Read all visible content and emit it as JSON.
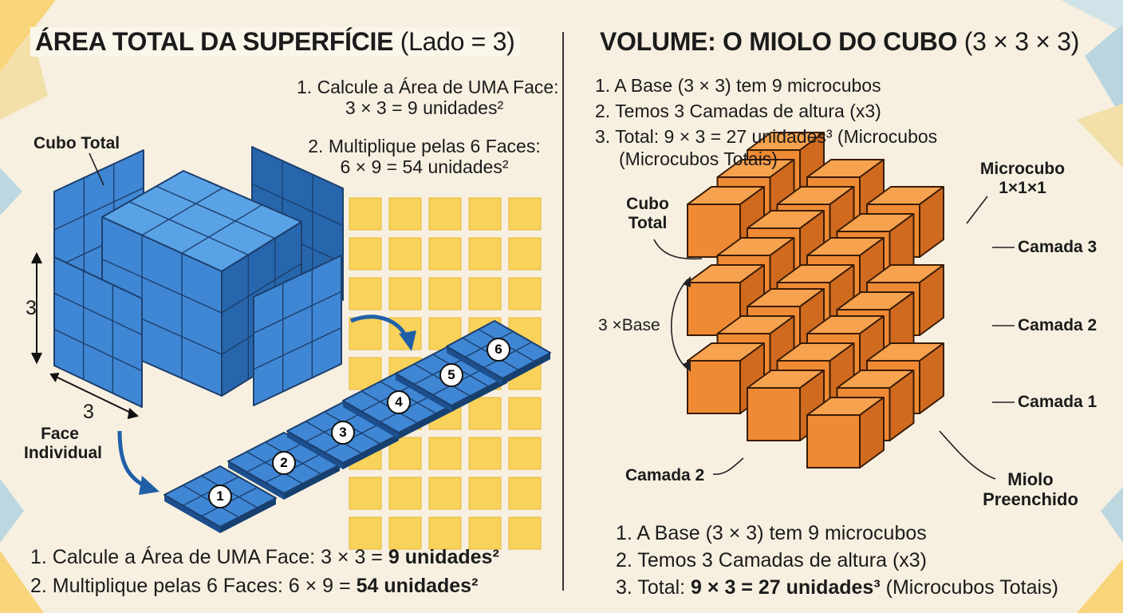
{
  "left": {
    "title_bold": "ÁREA TOTAL DA SUPERFÍCIE",
    "title_light": "(Lado = 3)",
    "top_step1_line1": "1. Calcule a Área de UMA Face:",
    "top_step1_line2": "3 × 3 = 9 unidades²",
    "top_step2_line1": "2. Multiplique pelas 6 Faces:",
    "top_step2_line2": "6 × 9 = 54 unidades²",
    "label_cubo_total": "Cubo Total",
    "label_face_line1": "Face",
    "label_face_line2": "Individual",
    "dim_vertical": "3",
    "dim_horizontal": "3",
    "face_numbers": [
      "1",
      "2",
      "3",
      "4",
      "5",
      "6"
    ],
    "bottom_step1_prefix": "1. Calcule a Área de UMA Face: ",
    "bottom_step1_expr": "3 × 3 = ",
    "bottom_step1_result": "9 unidades²",
    "bottom_step2_prefix": "2. Multiplique pelas 6 Faces: ",
    "bottom_step2_expr": "6 × 9 = ",
    "bottom_step2_result": "54 unidades²"
  },
  "right": {
    "title_bold": "VOLUME: O MIOLO DO CUBO",
    "title_light": "(3 × 3 × 3)",
    "top_step1": "1. A Base (3 × 3) tem 9 microcubos",
    "top_step2": "2. Temos 3 Camadas de altura (x3)",
    "top_step3": "3. Total: 9 × 3 = 27 unidades³ (Microcubos",
    "top_step3_cont": "(Microcubos Totais)",
    "label_cubo_total_line1": "Cubo",
    "label_cubo_total_line2": "Total",
    "label_microcubo_line1": "Microcubo",
    "label_microcubo_line2": "1×1×1",
    "label_camada3": "Camada 3",
    "label_camada2": "Camada 2",
    "label_camada1": "Camada 1",
    "label_camada2_left": "Camada 2",
    "label_base": "3 ×Base",
    "label_miolo_line1": "Miolo",
    "label_miolo_line2": "Preenchido",
    "bottom_step1": "1. A Base (3 × 3) tem 9 microcubos",
    "bottom_step2": "2. Temos 3 Camadas de altura (x3)",
    "bottom_step3_prefix": "3. Total: ",
    "bottom_step3_bold": "9 × 3 = 27 unidades³",
    "bottom_step3_suffix": " (Microcubos Totais)"
  },
  "colors": {
    "background": "#f7f0e1",
    "blue_face": "#3f87d4",
    "blue_top": "#5aa2e6",
    "blue_dark": "#2766ad",
    "orange_front": "#ef8a34",
    "orange_top": "#f6a24e",
    "orange_side": "#cf6a1f",
    "yellow_grid": "#f8d25a"
  }
}
